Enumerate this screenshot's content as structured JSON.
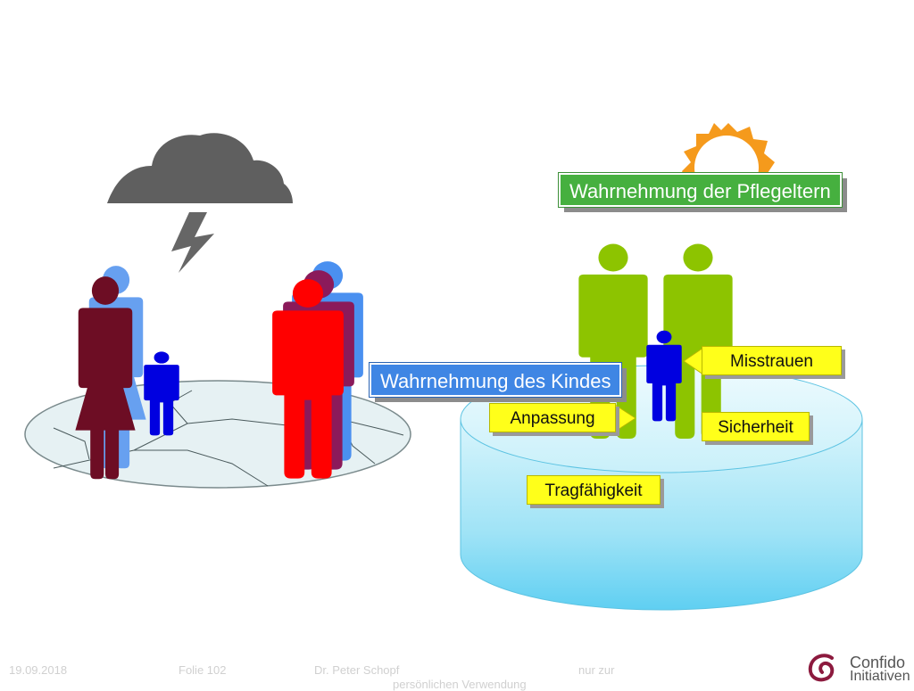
{
  "labels": {
    "foster_parents_perception": "Wahrnehmung der Pflegeltern",
    "child_perception": "Wahrnehmung des Kindes",
    "distrust": "Misstrauen",
    "security": "Sicherheit",
    "adaptation": "Anpassung",
    "resilience": "Tragfähigkeit"
  },
  "footer": {
    "date": "19.09.2018",
    "slide": "Folie 102",
    "author": "Dr. Peter Schopf",
    "note": "nur zur",
    "note_cont": "persönlichen Verwendung"
  },
  "logo": {
    "line1": "Confido",
    "line2": "Initiativen"
  },
  "colors": {
    "storm_cloud": "#5f5f5f",
    "lightning": "#666666",
    "mother": "#6d0d24",
    "child": "#0000e0",
    "father": "#ff0000",
    "foster_parents": "#8dc400",
    "sun": "#f59a1c",
    "platform_blue": "#9fe3f6",
    "label_green": "#46b03f",
    "label_blue": "#3f86e4",
    "label_yellow": "#ffff1a"
  }
}
